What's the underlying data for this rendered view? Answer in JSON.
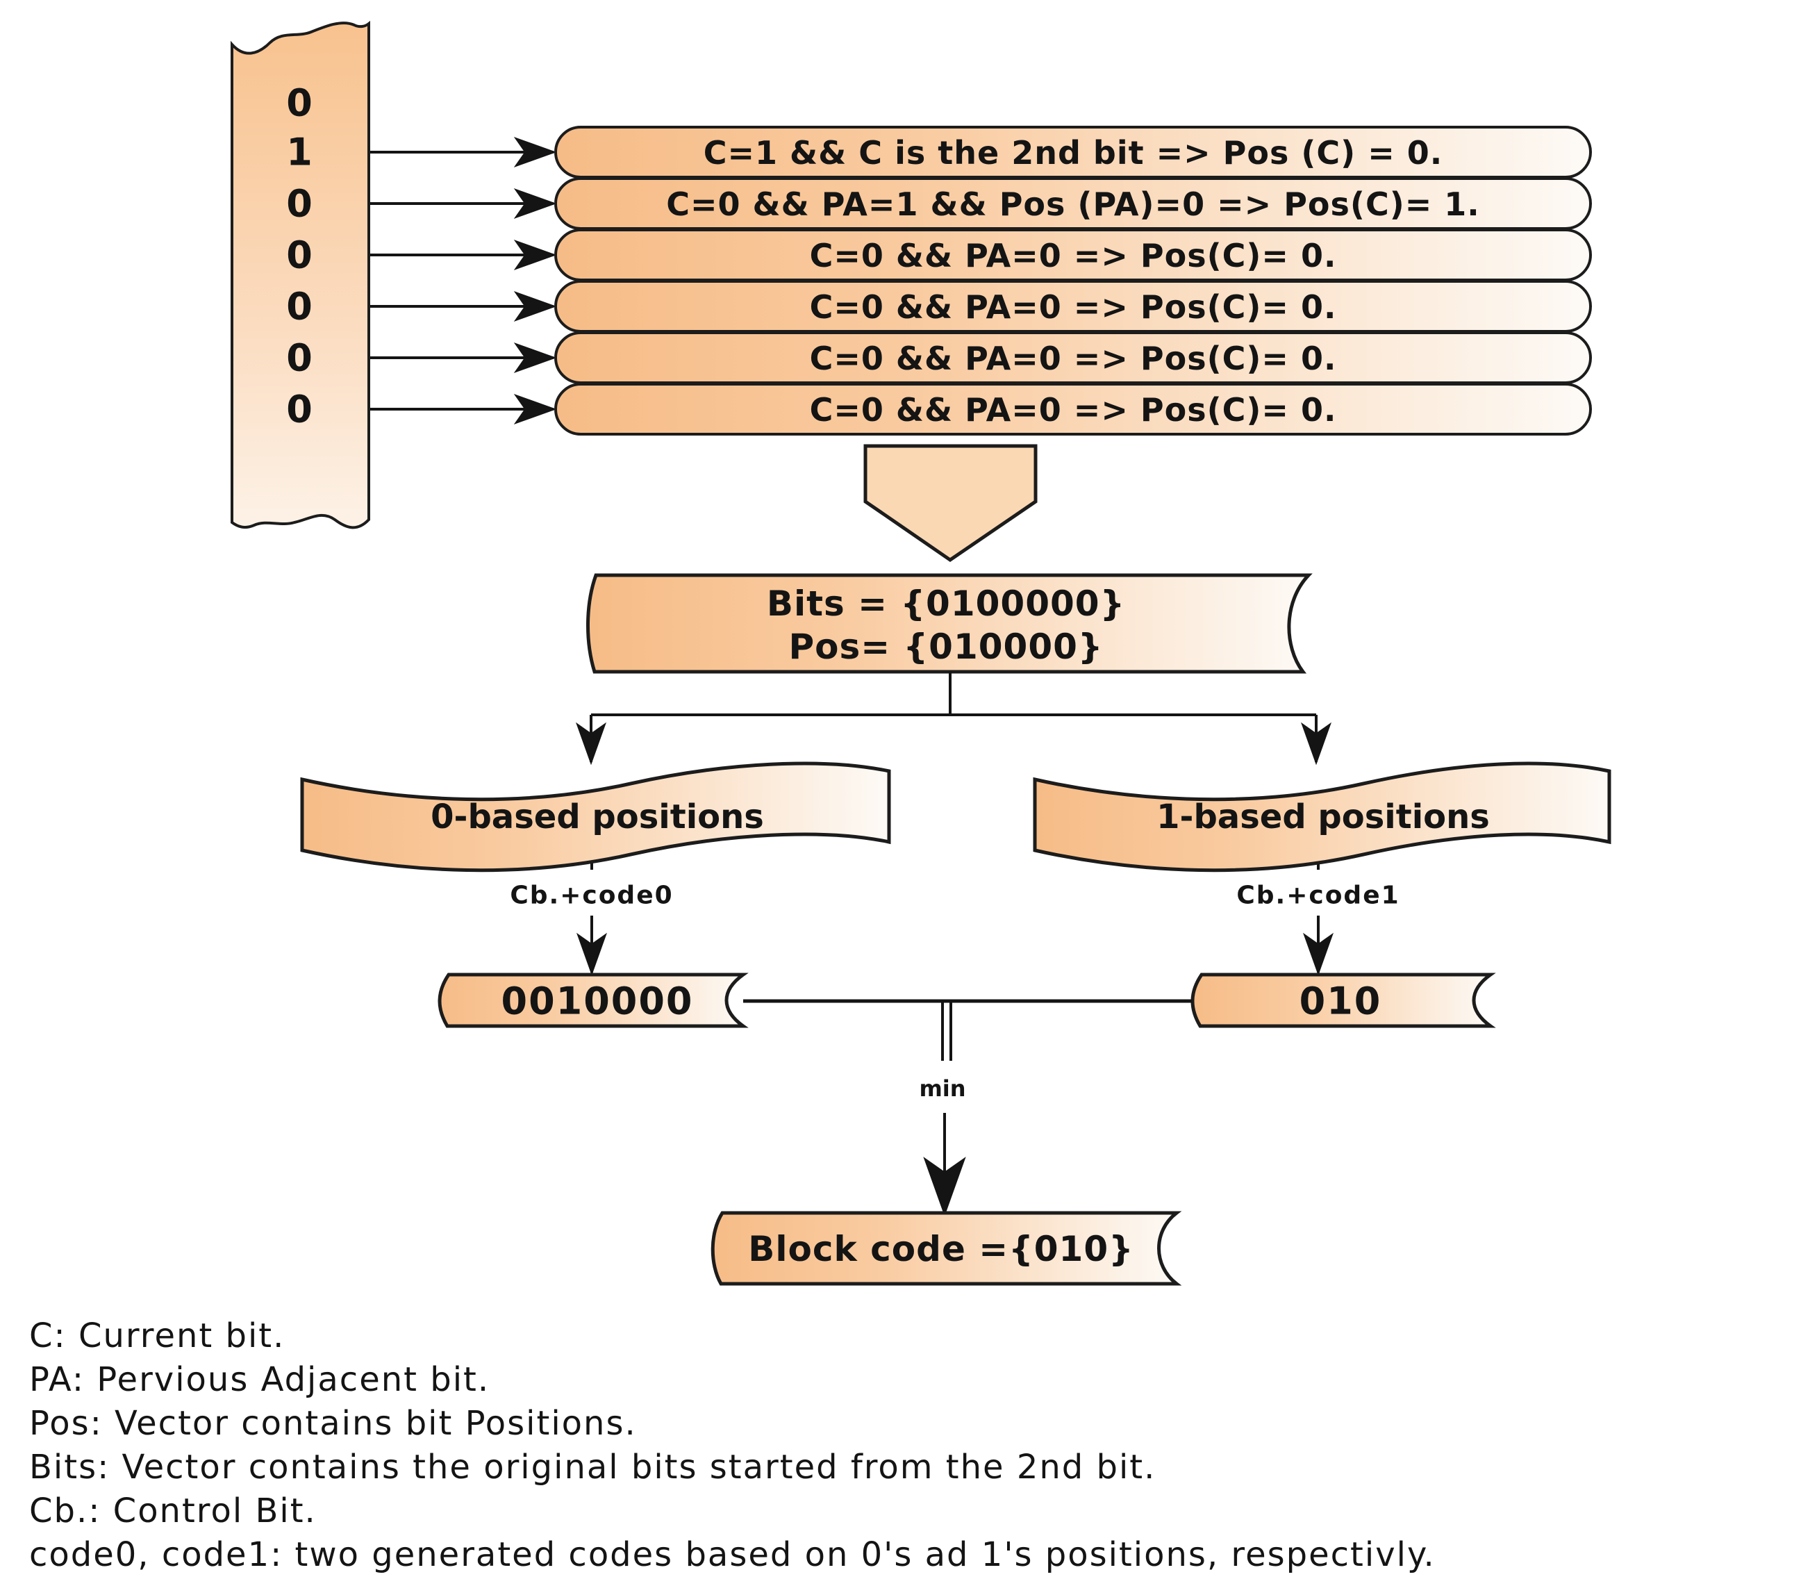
{
  "diagram": {
    "bit_strip": {
      "bits": [
        "0",
        "1",
        "0",
        "0",
        "0",
        "0",
        "0"
      ]
    },
    "rules": [
      "C=1 && C is the 2nd bit  => Pos (C) = 0.",
      "C=0 && PA=1 && Pos (PA)=0  => Pos(C)= 1.",
      "C=0 && PA=0 => Pos(C)= 0.",
      "C=0 && PA=0 => Pos(C)= 0.",
      "C=0 && PA=0 => Pos(C)= 0.",
      "C=0 && PA=0 => Pos(C)= 0."
    ],
    "vectors": {
      "line1": "Bits = {0100000}",
      "line2": "Pos= {010000}"
    },
    "branches": {
      "left": {
        "banner": "0-based positions",
        "edge_label": "Cb.+code0",
        "code": "0010000"
      },
      "right": {
        "banner": "1-based positions",
        "edge_label": "Cb.+code1",
        "code": "010"
      }
    },
    "merge_label": "min",
    "result": "Block code ={010}",
    "legend": [
      "C: Current bit.",
      "PA: Pervious Adjacent bit.",
      "Pos: Vector contains bit Positions.",
      "Bits: Vector contains the original bits started from the 2nd bit.",
      "Cb.: Control Bit.",
      "code0, code1: two generated codes based on 0's ad 1's positions, respectivly."
    ],
    "colors": {
      "shape_orange": "#f6bc87",
      "shape_orange_mid": "#f9cba0",
      "shape_paper": "#fdfaf6",
      "pentagon_fill": "#fad8b4",
      "stroke": "#1c1c1c",
      "text": "#141414",
      "background": "#ffffff"
    }
  }
}
